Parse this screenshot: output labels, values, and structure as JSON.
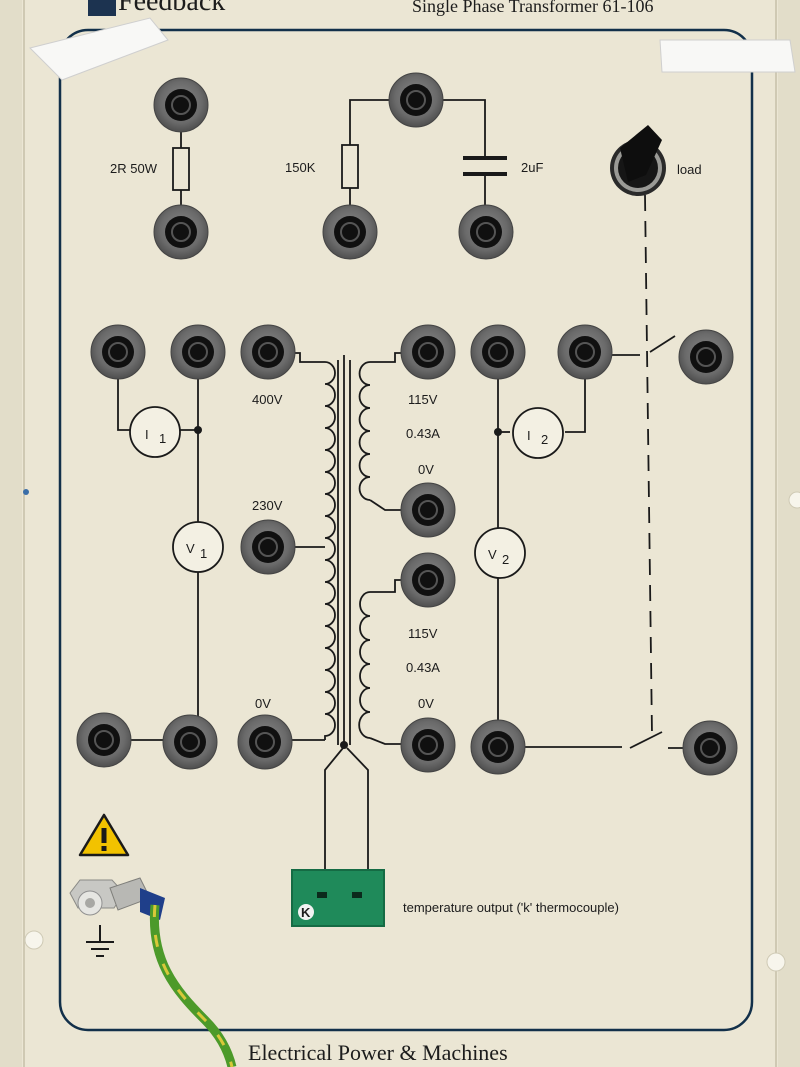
{
  "header": {
    "brand": "Feedback",
    "model": "Single Phase Transformer 61-106"
  },
  "footer": {
    "title": "Electrical Power & Machines"
  },
  "components": {
    "resistor": "2R 50W",
    "resistor_150k": "150K",
    "capacitor": "2uF",
    "load_switch": "load"
  },
  "meters": {
    "i1_main": "I",
    "i1_sub": "1",
    "v1_main": "V",
    "v1_sub": "1",
    "i2_main": "I",
    "i2_sub": "2",
    "v2_main": "V",
    "v2_sub": "2"
  },
  "primary": {
    "tap_400": "400V",
    "tap_230": "230V",
    "tap_0": "0V"
  },
  "secondary_1": {
    "voltage": "115V",
    "current": "0.43A",
    "zero": "0V"
  },
  "secondary_2": {
    "voltage": "115V",
    "current": "0.43A",
    "zero": "0V"
  },
  "thermocouple": {
    "label": "temperature output ('k' thermocouple)",
    "connector_letter": "K"
  },
  "colors": {
    "panel": "#efebdc",
    "ink": "#12304a",
    "socket_outer": "#6e6e6e",
    "socket_inner": "#101010",
    "thermo_connector": "#1f8a5a",
    "warning": "#f2c200",
    "earth_wire_green": "#4c9a2a",
    "earth_wire_yellow": "#d8c83a"
  }
}
